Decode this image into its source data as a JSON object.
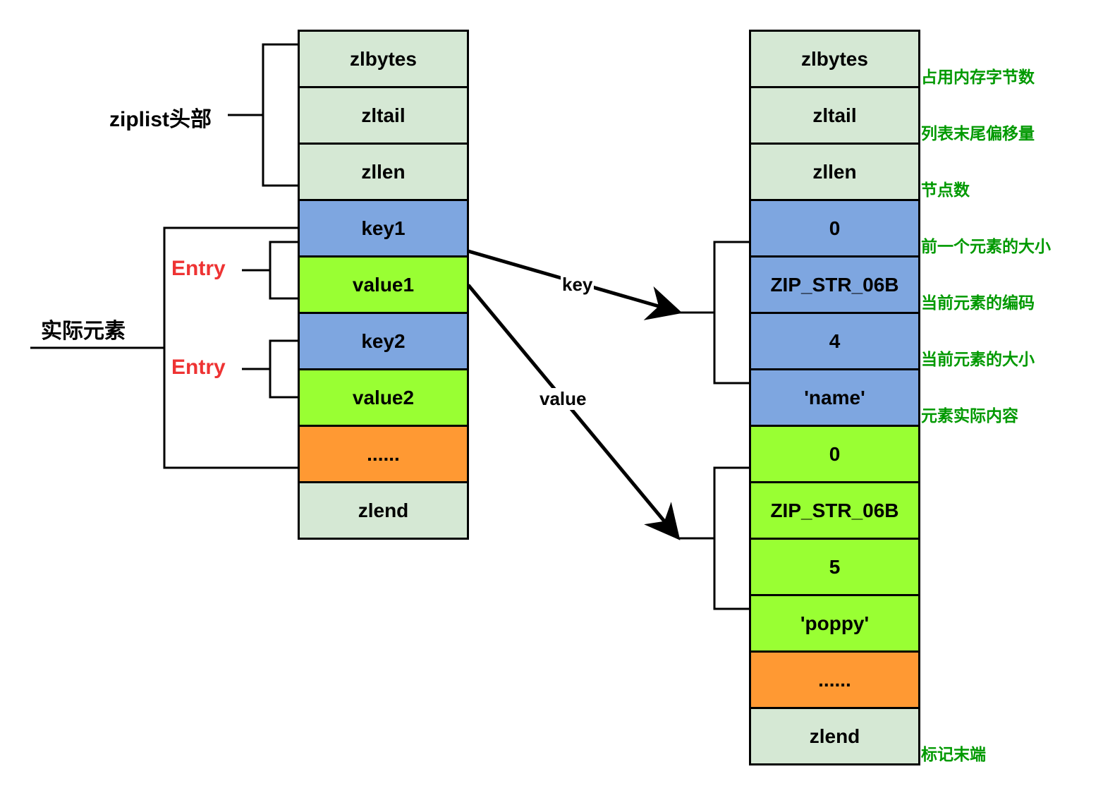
{
  "left_stack": {
    "cells": [
      {
        "text": "zlbytes",
        "color": "#d5e8d4"
      },
      {
        "text": "zltail",
        "color": "#d5e8d4"
      },
      {
        "text": "zllen",
        "color": "#d5e8d4"
      },
      {
        "text": "key1",
        "color": "#7ea6e0"
      },
      {
        "text": "value1",
        "color": "#99ff33"
      },
      {
        "text": "key2",
        "color": "#7ea6e0"
      },
      {
        "text": "value2",
        "color": "#99ff33"
      },
      {
        "text": "......",
        "color": "#ff9933"
      },
      {
        "text": "zlend",
        "color": "#d5e8d4"
      }
    ]
  },
  "right_stack": {
    "cells": [
      {
        "text": "zlbytes",
        "color": "#d5e8d4"
      },
      {
        "text": "zltail",
        "color": "#d5e8d4"
      },
      {
        "text": "zllen",
        "color": "#d5e8d4"
      },
      {
        "text": "0",
        "color": "#7ea6e0"
      },
      {
        "text": "ZIP_STR_06B",
        "color": "#7ea6e0"
      },
      {
        "text": "4",
        "color": "#7ea6e0"
      },
      {
        "text": "'name'",
        "color": "#7ea6e0"
      },
      {
        "text": "0",
        "color": "#99ff33"
      },
      {
        "text": "ZIP_STR_06B",
        "color": "#99ff33"
      },
      {
        "text": "5",
        "color": "#99ff33"
      },
      {
        "text": "'poppy'",
        "color": "#99ff33"
      },
      {
        "text": "......",
        "color": "#ff9933"
      },
      {
        "text": "zlend",
        "color": "#d5e8d4"
      }
    ]
  },
  "labels": {
    "header_group": "ziplist头部",
    "elements_group": "实际元素",
    "entry_1": "Entry",
    "entry_2": "Entry",
    "arrow_key": "key",
    "arrow_value": "value"
  },
  "annotations": [
    "占用内存字节数",
    "列表末尾偏移量",
    "节点数",
    "前一个元素的大小",
    "当前元素的编码",
    "当前元素的大小",
    "元素实际内容",
    "标记末端"
  ]
}
